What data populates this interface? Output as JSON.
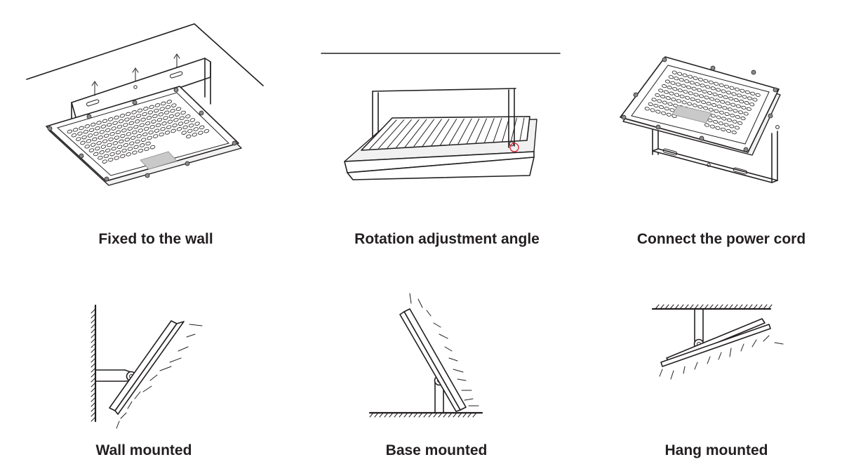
{
  "steps": [
    {
      "id": "fixed",
      "label": "Fixed to the wall",
      "icon": "ceiling-bracket-install-illustration"
    },
    {
      "id": "rotate",
      "label": "Rotation adjustment angle",
      "icon": "rotation-adjust-illustration"
    },
    {
      "id": "power",
      "label": "Connect the power cord",
      "icon": "power-cord-connect-illustration"
    }
  ],
  "mounts": [
    {
      "id": "wall",
      "label": "Wall mounted",
      "icon": "wall-mount-illustration"
    },
    {
      "id": "base",
      "label": "Base mounted",
      "icon": "base-mount-illustration"
    },
    {
      "id": "hang",
      "label": "Hang mounted",
      "icon": "hang-mount-illustration"
    }
  ],
  "colors": {
    "line": "#231f20",
    "highlight": "#d6202e",
    "panel_gray": "#c9c9c9"
  }
}
